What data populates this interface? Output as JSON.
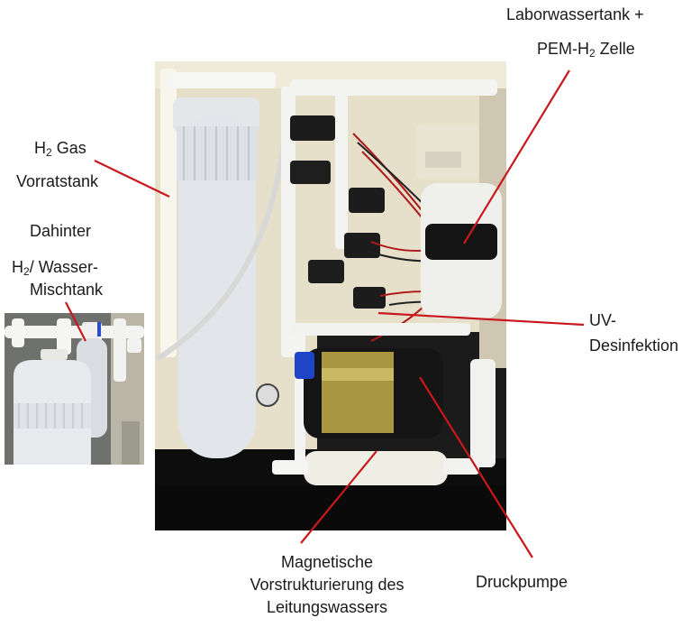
{
  "labels": {
    "h2_gas_prefix": "H",
    "h2_gas_sub": "2",
    "h2_gas_suffix": " Gas",
    "vorratstank": "Vorratstank",
    "dahinter": "Dahinter",
    "mix_prefix": "H",
    "mix_sub": "2",
    "mix_suffix": "/ Wasser-",
    "mischtank": "Mischtank",
    "laborwassertank": "Laborwassertank +",
    "pem_prefix": "PEM-H",
    "pem_sub": "2",
    "pem_suffix": " Zelle",
    "uv_line1": "UV-",
    "uv_line2": "Desinfektion",
    "magnetic_line1": "Magnetische",
    "magnetic_line2": "Vorstrukturierung des",
    "magnetic_line3": "Leitungswassers",
    "druckpumpe": "Druckpumpe"
  },
  "colors": {
    "annotation_line": "#c8181e",
    "housing": "#e9e3cf",
    "dark": "#111111",
    "pipe": "#f1f1ef",
    "tank": "#e3e6ea",
    "pump_label": "#a99640"
  }
}
